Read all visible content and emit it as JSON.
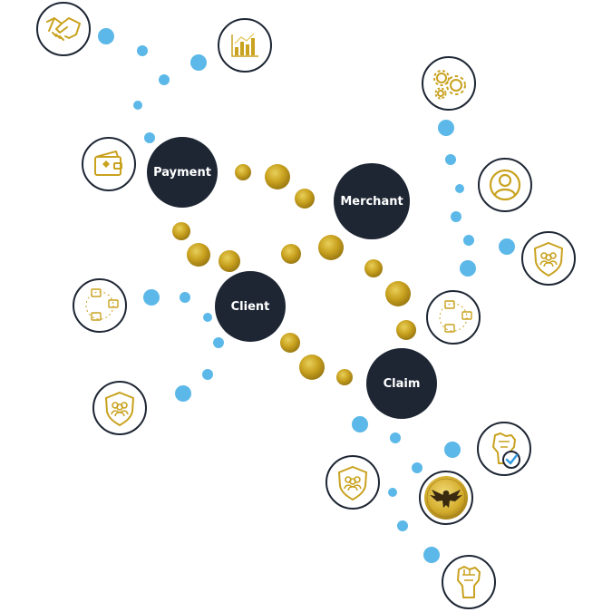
{
  "colors": {
    "hub_fill": "#1e2634",
    "hub_text": "#ffffff",
    "gold": "#c9a21f",
    "gold_light": "#e2c34a",
    "blue_dot": "#5bb8e8",
    "icon_ring": "#1e2634",
    "check_blue": "#2f9be0"
  },
  "hubs": {
    "payment": {
      "label": "Payment"
    },
    "merchant": {
      "label": "Merchant"
    },
    "client": {
      "label": "Client"
    },
    "claim": {
      "label": "Claim"
    }
  },
  "icons": [
    "handshake-icon",
    "bar-chart-icon",
    "gears-icon",
    "wallet-icon",
    "user-profile-icon",
    "shield-group-icon",
    "wallet-network-icon",
    "wallet-network-icon",
    "shield-group-icon",
    "fist-check-icon",
    "shield-group-icon",
    "eagle-coin-icon",
    "raised-fist-icon"
  ]
}
